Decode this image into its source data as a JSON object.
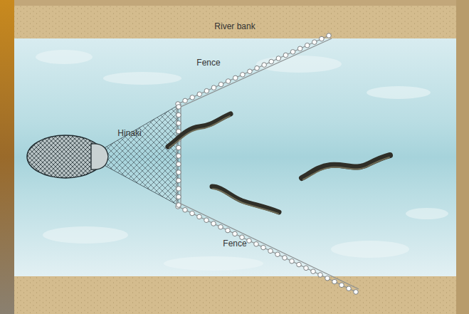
{
  "diagram": {
    "labels": [
      "River bank",
      "Fence",
      "Hinaki",
      "Fence"
    ]
  }
}
